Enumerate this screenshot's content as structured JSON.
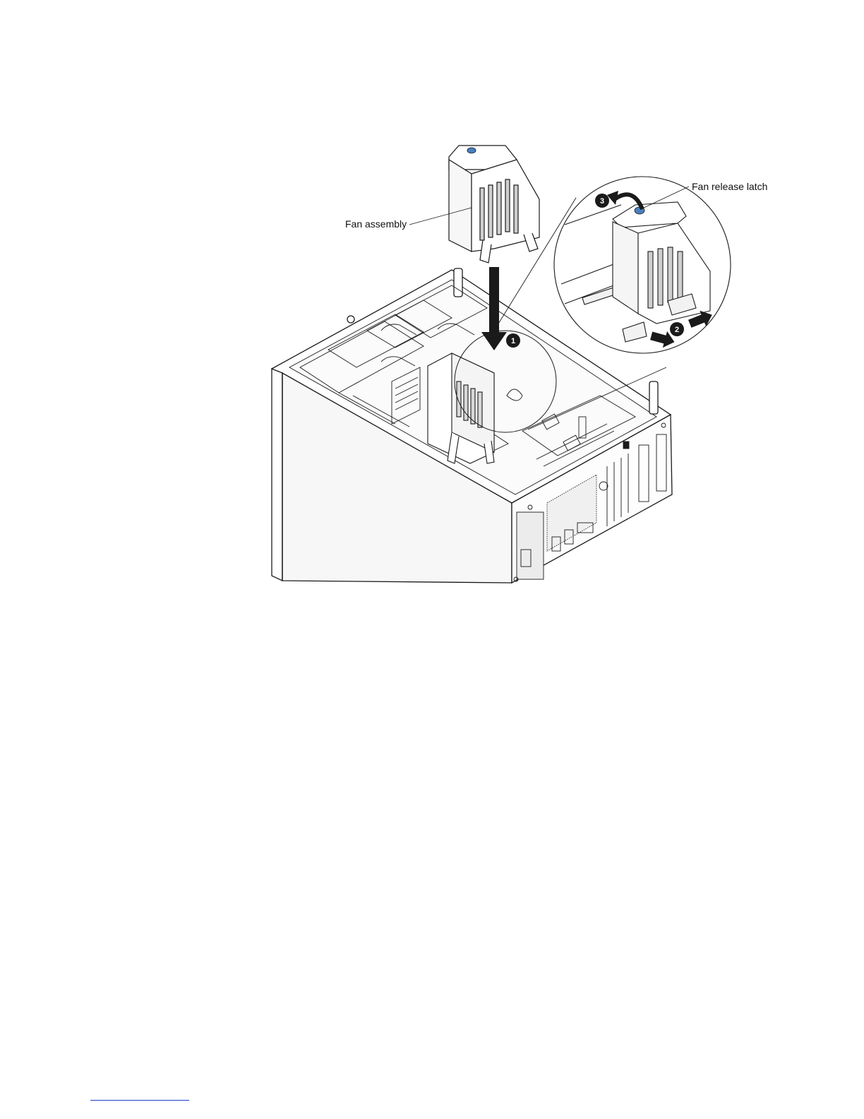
{
  "figure": {
    "labels": {
      "fan_assembly": "Fan assembly",
      "fan_release_latch": "Fan release latch"
    },
    "steps": [
      "1",
      "2",
      "3"
    ],
    "colors": {
      "line": "#1a1a1a",
      "accent_blue": "#4a7fc1",
      "footer_rule": "#1a3cc8"
    },
    "icons": [
      "down-arrow-icon",
      "rotate-arrow-icon",
      "pull-arrow-icon"
    ]
  }
}
